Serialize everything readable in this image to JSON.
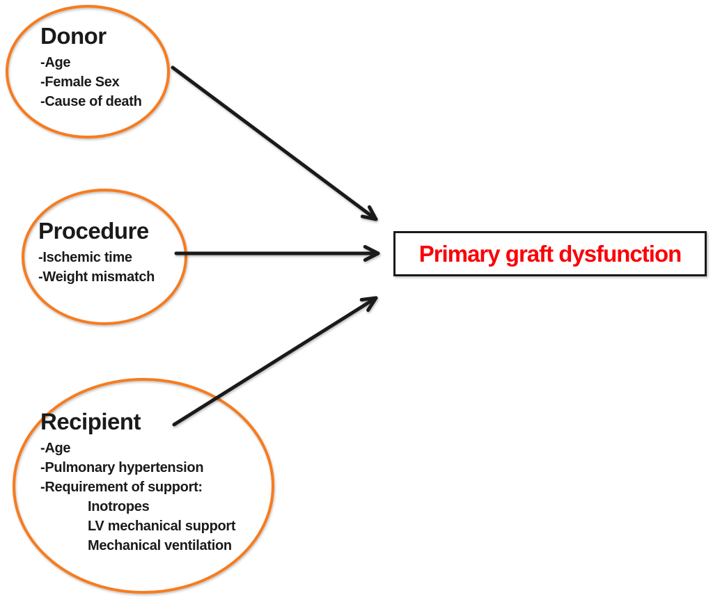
{
  "colors": {
    "background": "#ffffff",
    "ellipse_stroke": "#f87b1d",
    "arrow": "#1a1a1a",
    "text": "#1a1a1a",
    "outcome_text": "#fb0007",
    "outcome_border": "#1a1a1a"
  },
  "diagram": {
    "donor": {
      "title": "Donor",
      "items": [
        "-Age",
        "-Female Sex",
        "-Cause of death"
      ]
    },
    "procedure": {
      "title": "Procedure",
      "items": [
        "-Ischemic time",
        "-Weight mismatch"
      ]
    },
    "recipient": {
      "title": "Recipient",
      "items": [
        "-Age",
        "-Pulmonary hypertension",
        "-Requirement of support:"
      ],
      "sub_items": [
        "Inotropes",
        "LV mechanical support",
        "Mechanical ventilation"
      ]
    },
    "outcome": {
      "label": "Primary graft dysfunction"
    }
  }
}
